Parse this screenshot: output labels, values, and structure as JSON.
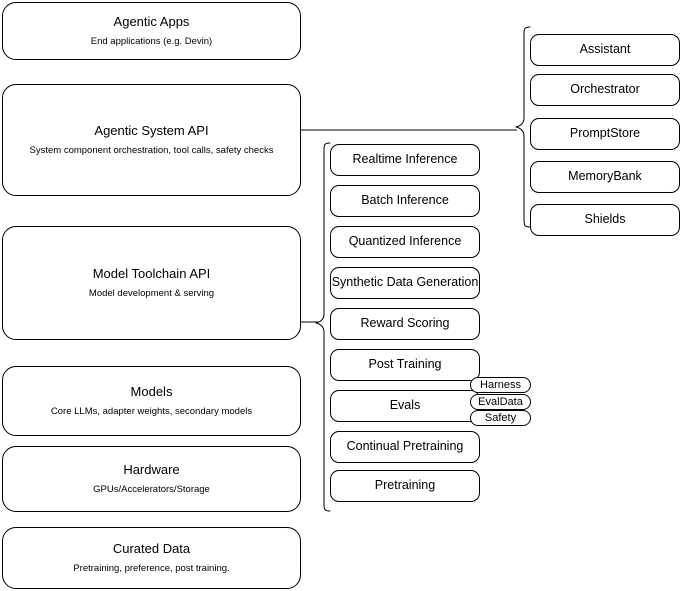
{
  "diagram": {
    "title": "Agentic AI stack layers",
    "stroke_color": "#000000",
    "background_color": "#ffffff"
  },
  "layers": [
    {
      "id": "agentic-apps",
      "title": "Agentic Apps",
      "subtitle": "End applications (e.g. Devin)"
    },
    {
      "id": "agentic-system-api",
      "title": "Agentic System API",
      "subtitle": "System component orchestration, tool calls, safety checks"
    },
    {
      "id": "model-toolchain-api",
      "title": "Model Toolchain API",
      "subtitle": "Model development & serving"
    },
    {
      "id": "models",
      "title": "Models",
      "subtitle": "Core LLMs, adapter weights, secondary models"
    },
    {
      "id": "hardware",
      "title": "Hardware",
      "subtitle": "GPUs/Accelerators/Storage"
    },
    {
      "id": "curated-data",
      "title": "Curated Data",
      "subtitle": "Pretraining, preference, post training."
    }
  ],
  "toolchain_components": [
    {
      "id": "realtime-inference",
      "label": "Realtime Inference"
    },
    {
      "id": "batch-inference",
      "label": "Batch Inference"
    },
    {
      "id": "quantized-inference",
      "label": "Quantized Inference"
    },
    {
      "id": "synthetic-data-generation",
      "label": "Synthetic Data Generation"
    },
    {
      "id": "reward-scoring",
      "label": "Reward Scoring"
    },
    {
      "id": "post-training",
      "label": "Post Training"
    },
    {
      "id": "evals",
      "label": "Evals"
    },
    {
      "id": "continual-pretraining",
      "label": "Continual Pretraining"
    },
    {
      "id": "pretraining",
      "label": "Pretraining"
    }
  ],
  "evals_subcomponents": [
    {
      "id": "harness",
      "label": "Harness"
    },
    {
      "id": "evaldata",
      "label": "EvalData"
    },
    {
      "id": "safety",
      "label": "Safety"
    }
  ],
  "system_components": [
    {
      "id": "assistant",
      "label": "Assistant"
    },
    {
      "id": "orchestrator",
      "label": "Orchestrator"
    },
    {
      "id": "promptstore",
      "label": "PromptStore"
    },
    {
      "id": "memorybank",
      "label": "MemoryBank"
    },
    {
      "id": "shields",
      "label": "Shields"
    }
  ]
}
